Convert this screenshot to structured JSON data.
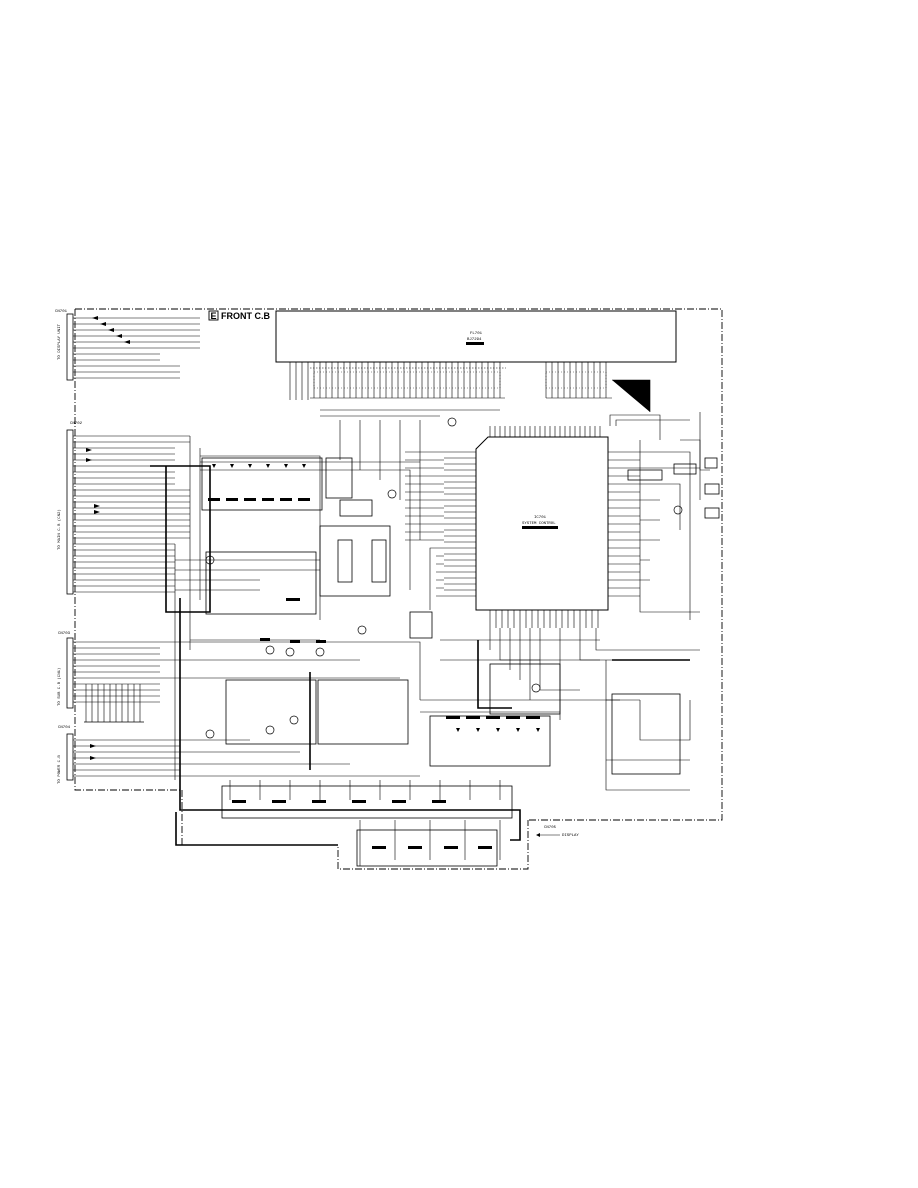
{
  "board": {
    "marker": "E",
    "title": "FRONT C.B"
  },
  "display": {
    "ref": "FL701",
    "part": "BJ7294"
  },
  "microcontroller": {
    "ref": "IC701",
    "part": "SYSTEM CONTROL"
  },
  "connectors": {
    "top_left": {
      "ref": "CN701"
    },
    "mid_left": {
      "ref": "CN702"
    },
    "lower_left": {
      "ref": "CN703"
    },
    "bottom_left": {
      "ref": "CN704"
    }
  },
  "footer": {
    "bottom_right": "CN705",
    "arrow_note": "DISPLAY"
  }
}
